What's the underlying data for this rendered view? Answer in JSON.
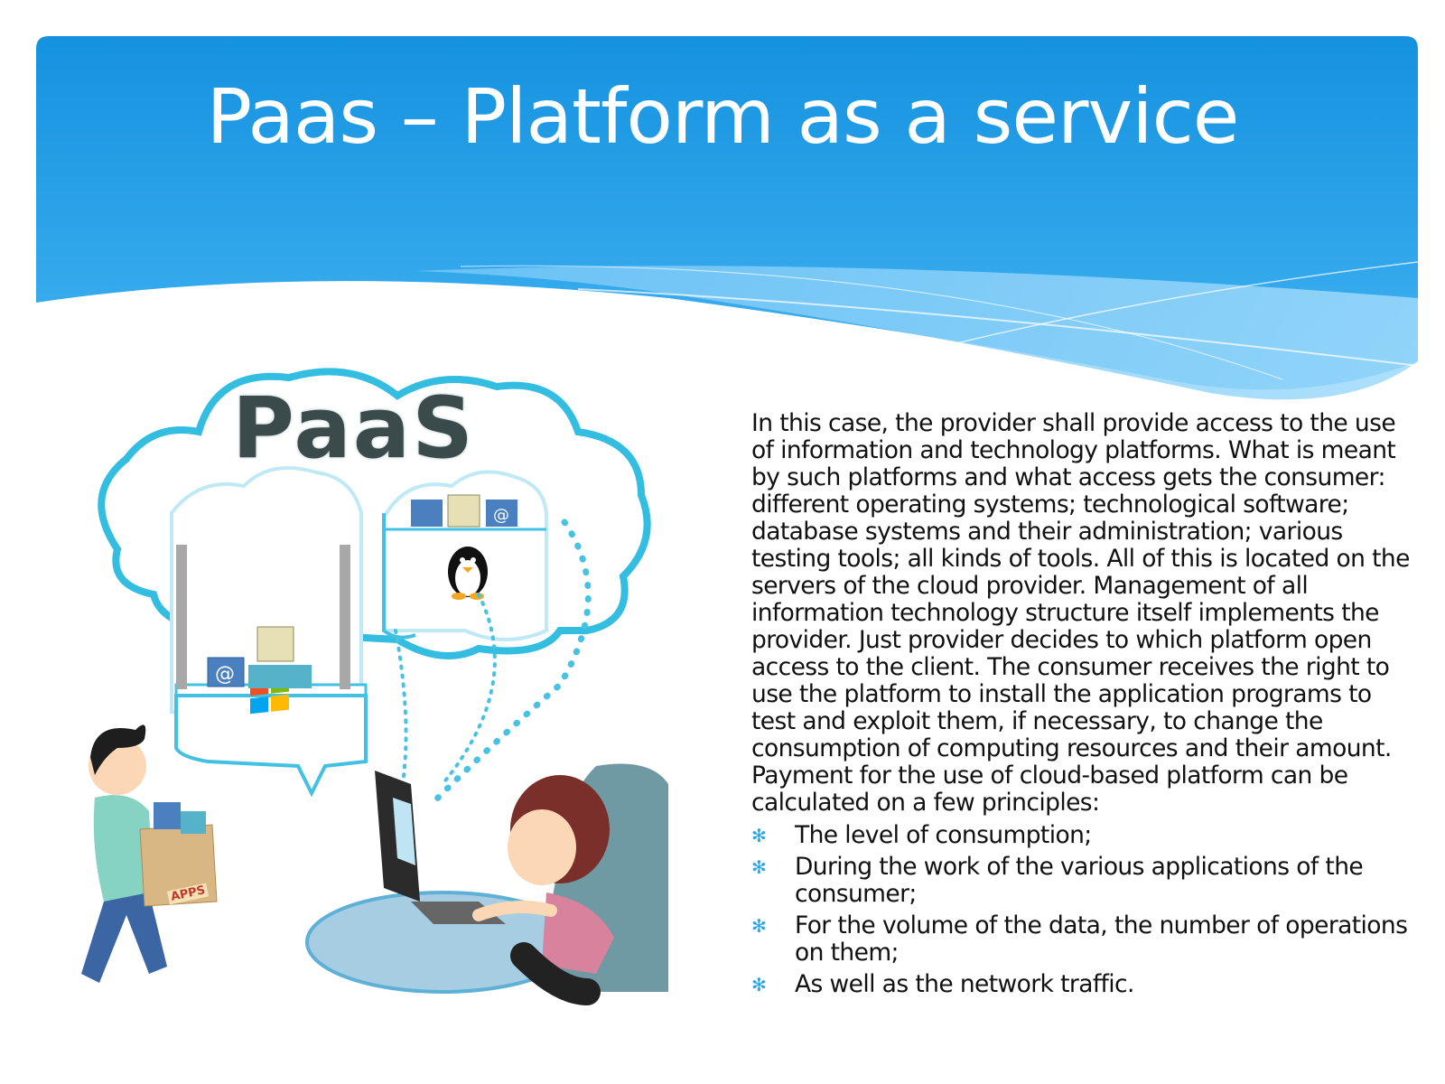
{
  "slide": {
    "title": "Paas – Platform as a service",
    "accent_color": "#1f9fe6",
    "bullet_icon": "asterisk-bullet-icon"
  },
  "illustration": {
    "logo_text": "PaaS",
    "box_label": "APPS",
    "icons": [
      "cloud-icon",
      "penguin-icon",
      "windows-logo-icon",
      "email-app-icon",
      "computer-icon"
    ]
  },
  "content": {
    "paragraph": "In this case, the provider shall provide access to the use of information and technology platforms. What is meant by such platforms and what access gets the consumer: different operating systems; technological software; database systems and their administration; various testing tools; all kinds of tools. All of this is located on the servers of the cloud provider. Management of all information technology structure itself implements the provider. Just provider decides to which platform open access to the client. The consumer receives the right to use the platform to install the application programs to test and exploit them, if necessary, to change the consumption of computing resources and their amount. Payment for the use of cloud-based platform can be calculated on a few principles:",
    "bullets": [
      {
        "text": "The level of consumption;"
      },
      {
        "text": "During the work of the various applications of the consumer;"
      },
      {
        "text": "For the volume of the data, the number of operations on them;"
      },
      {
        "text": "As well as the network traffic."
      }
    ]
  }
}
